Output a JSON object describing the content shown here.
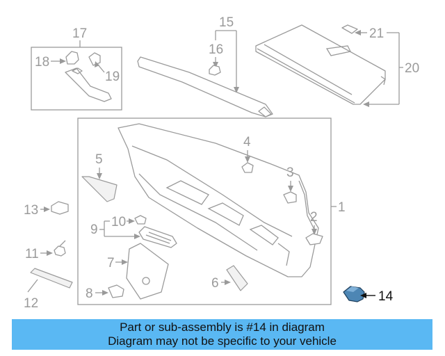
{
  "banner": {
    "line1": "Part or sub-assembly is #14 in diagram",
    "line2": "Diagram may not be specific to your vehicle",
    "color": "#5ab8f3"
  },
  "callouts": {
    "c1": "1",
    "c2": "2",
    "c3": "3",
    "c4": "4",
    "c5": "5",
    "c6": "6",
    "c7": "7",
    "c8": "8",
    "c9": "9",
    "c10": "10",
    "c11": "11",
    "c12": "12",
    "c13": "13",
    "c14": "14",
    "c15": "15",
    "c16": "16",
    "c17": "17",
    "c18": "18",
    "c19": "19",
    "c20": "20",
    "c21": "21"
  },
  "highlight": {
    "part_number": "14",
    "part_color": "#4d86b4",
    "label_color": "#111111"
  },
  "palette": {
    "line_gray": "#9a9a9a"
  }
}
